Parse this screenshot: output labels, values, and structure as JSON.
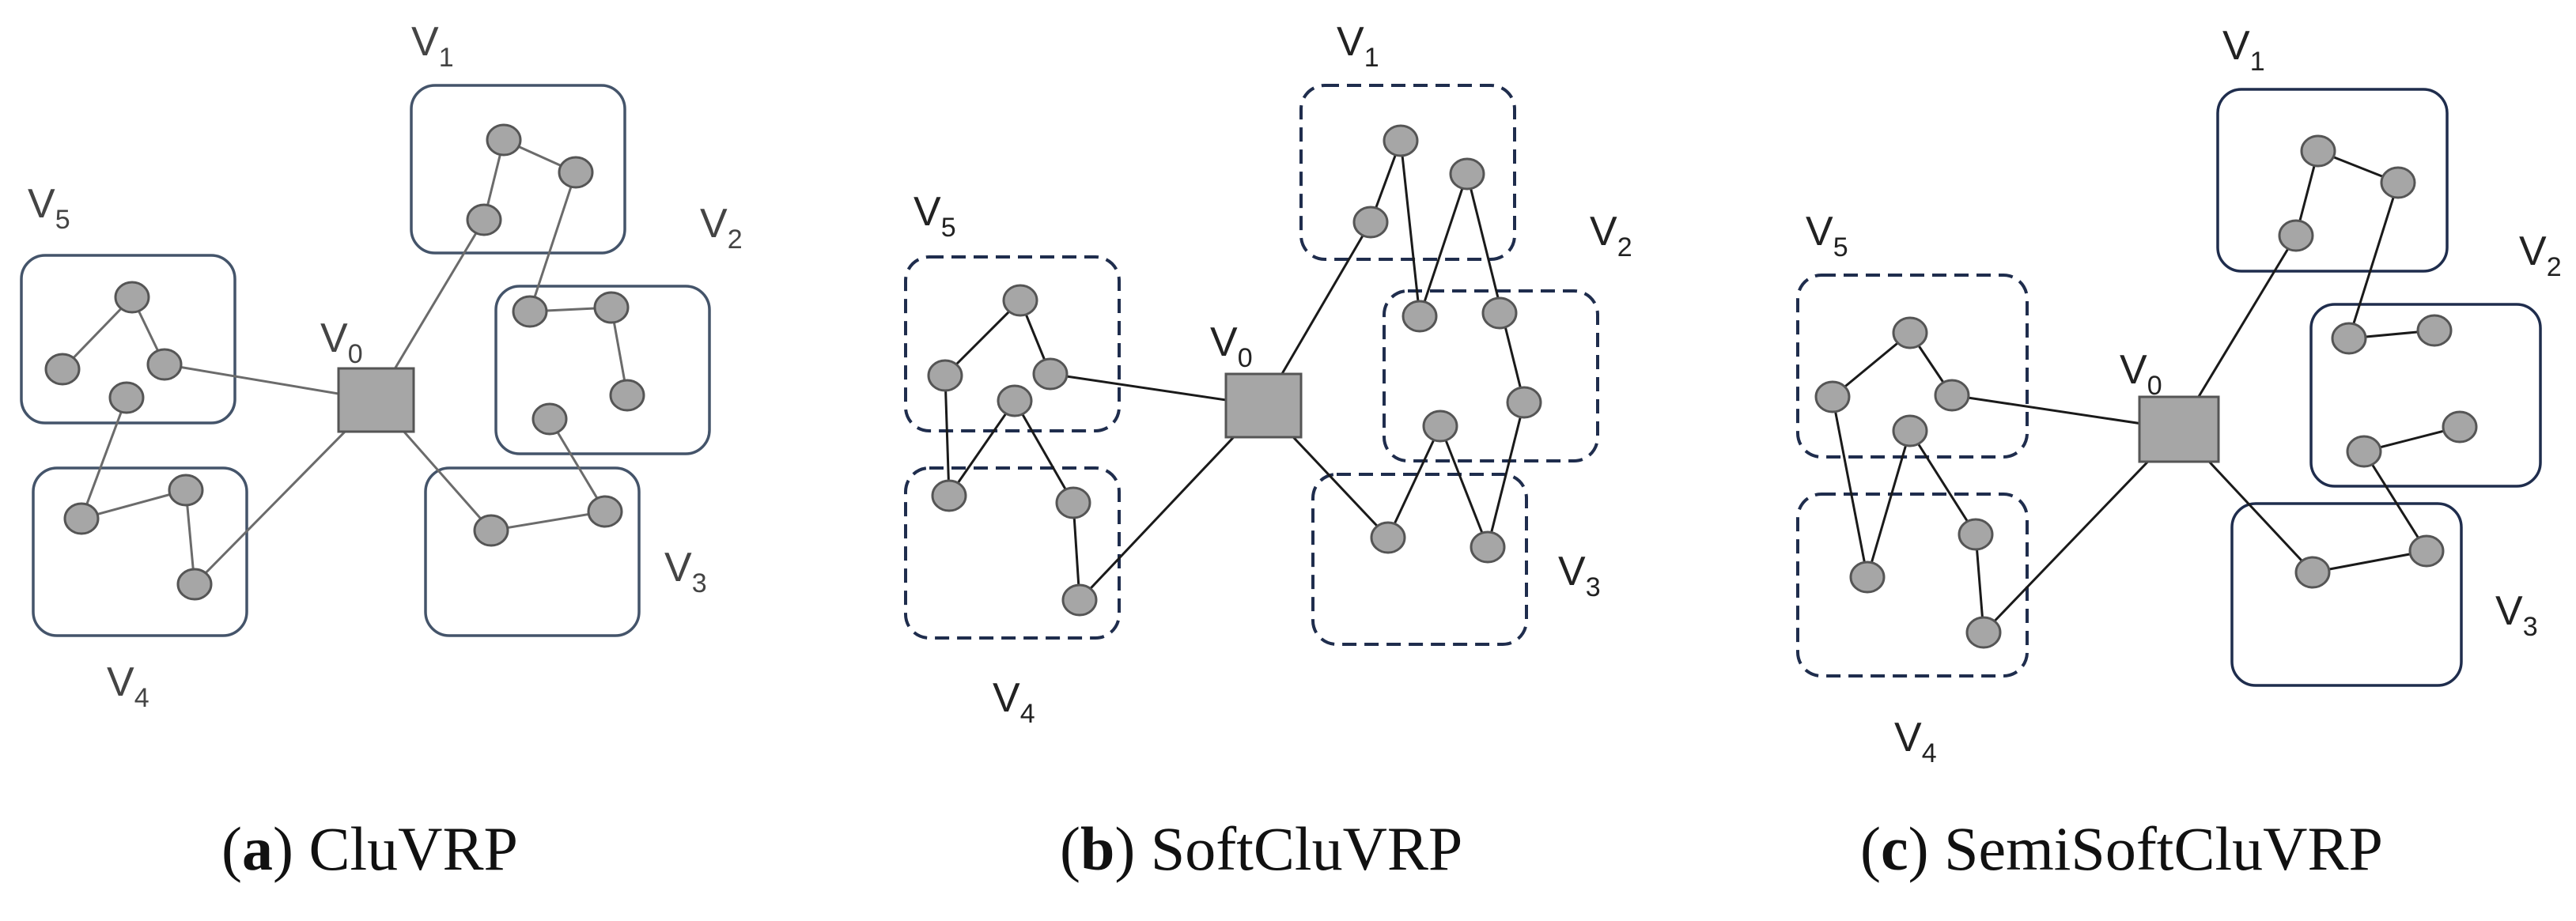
{
  "colors": {
    "node_fill": "#a6a6a6",
    "node_stroke": "#555555",
    "depot_fill": "#a6a6a6",
    "edge_a": "#6b6b6b",
    "edge_bc": "#1a1a1a",
    "cluster_a": "#44546a",
    "cluster_bc": "#1f2d4d",
    "label_a": "#444444",
    "label_bc": "#222222"
  },
  "panels": [
    {
      "id": "a",
      "caption": {
        "letter": "a",
        "text": "CluVRP"
      },
      "depot_label": {
        "base": "V",
        "sub": "0"
      },
      "cluster_labels": [
        {
          "base": "V",
          "sub": "1"
        },
        {
          "base": "V",
          "sub": "2"
        },
        {
          "base": "V",
          "sub": "3"
        },
        {
          "base": "V",
          "sub": "4"
        },
        {
          "base": "V",
          "sub": "5"
        }
      ],
      "cluster_style": [
        "solid",
        "solid",
        "solid",
        "solid",
        "solid"
      ],
      "nodes": 15,
      "edges": 15
    },
    {
      "id": "b",
      "caption": {
        "letter": "b",
        "text": "SoftCluVRP"
      },
      "depot_label": {
        "base": "V",
        "sub": "0"
      },
      "cluster_labels": [
        {
          "base": "V",
          "sub": "1"
        },
        {
          "base": "V",
          "sub": "2"
        },
        {
          "base": "V",
          "sub": "3"
        },
        {
          "base": "V",
          "sub": "4"
        },
        {
          "base": "V",
          "sub": "5"
        }
      ],
      "cluster_style": [
        "dashed",
        "dashed",
        "dashed",
        "dashed",
        "dashed"
      ],
      "nodes": 15,
      "edges": 16
    },
    {
      "id": "c",
      "caption": {
        "letter": "c",
        "text": "SemiSoftCluVRP"
      },
      "depot_label": {
        "base": "V",
        "sub": "0"
      },
      "cluster_labels": [
        {
          "base": "V",
          "sub": "1"
        },
        {
          "base": "V",
          "sub": "2"
        },
        {
          "base": "V",
          "sub": "3"
        },
        {
          "base": "V",
          "sub": "4"
        },
        {
          "base": "V",
          "sub": "5"
        }
      ],
      "cluster_style": [
        "solid",
        "solid",
        "solid",
        "dashed",
        "dashed"
      ],
      "nodes": 15,
      "edges": 16
    }
  ]
}
